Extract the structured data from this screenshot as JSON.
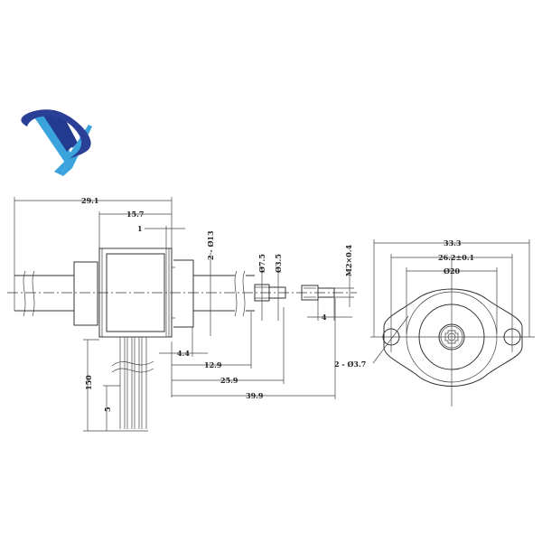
{
  "logo": {
    "name": "company-logo",
    "colors": {
      "dark_blue": "#233b8f",
      "light_blue": "#3aa3dc",
      "swoosh": "#2a3f96"
    }
  },
  "side_view": {
    "dimensions": {
      "overall_length": "29.1",
      "body_length": "15.7",
      "flange_thickness": "1",
      "shaft_diameter": "2 - Ø13",
      "rotor_pin_diameter": "Ø7.5",
      "rotor_pin_tip_diameter": "Ø3.5",
      "thread": "M2×0.4",
      "screw_length": "4",
      "offset_1": "4.4",
      "offset_2": "12.9",
      "offset_3": "25.9",
      "offset_4": "39.9",
      "wire_length": "150",
      "wire_strip": "5"
    }
  },
  "end_view": {
    "dimensions": {
      "flange_width": "33.3",
      "hole_spacing": "26.2±0.1",
      "body_diameter": "Ø20",
      "mount_holes": "2 - Ø3.7"
    }
  },
  "colors": {
    "line": "#333333",
    "text": "#222222",
    "background": "#ffffff"
  }
}
